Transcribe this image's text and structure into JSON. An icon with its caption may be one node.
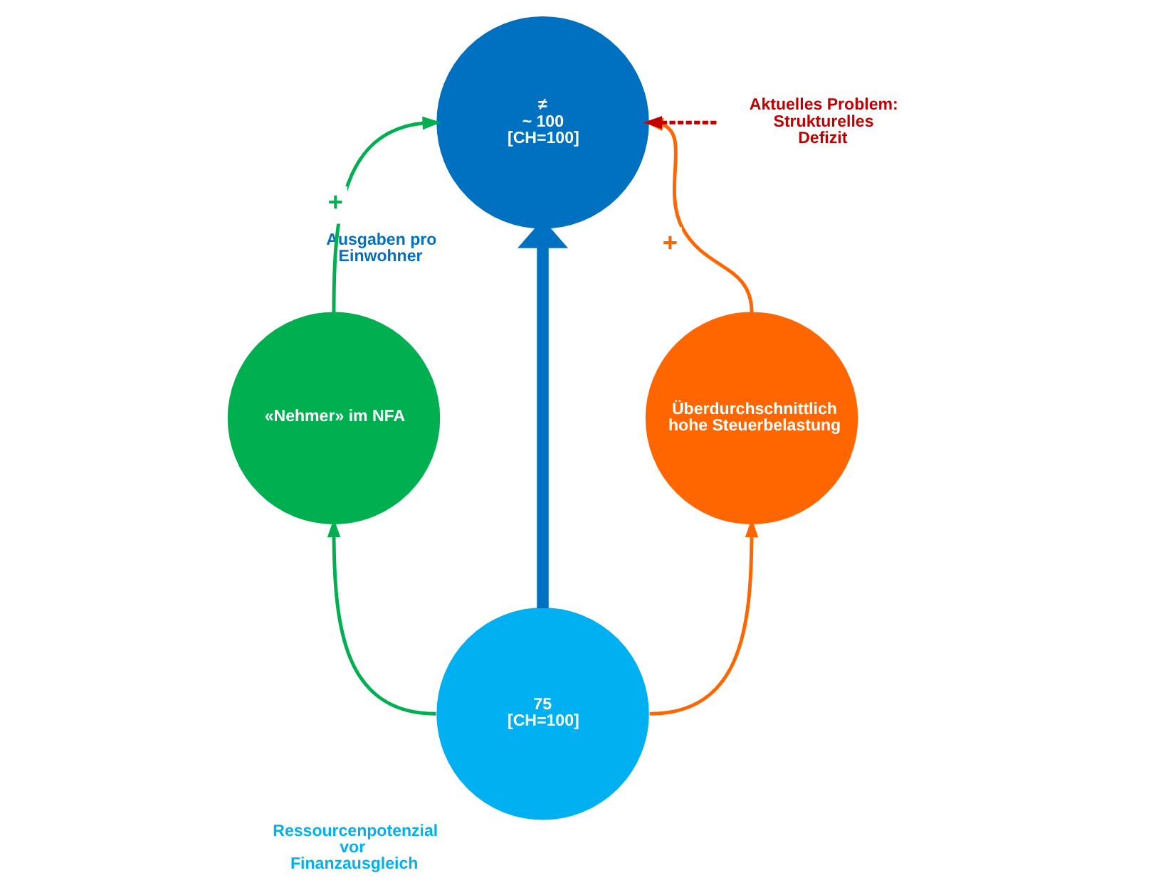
{
  "diagram": {
    "nodes": [
      {
        "text": [
          "≠",
          "~ 100",
          "[CH=100]"
        ],
        "beside": [
          "Ausgaben pro Einwohner"
        ]
      },
      {
        "text": [
          "«Nehmer» im NFA"
        ]
      },
      {
        "text": [
          "Überdurchschnittlich hohe Steuerbelastung"
        ]
      },
      {
        "text": [
          "75",
          "[CH=100]"
        ],
        "beside": [
          "Ressourcenpotenzial vor Finanzausgleich"
        ]
      },
      {
        "text": [
          "Aktuelles Problem: Strukturelles Defizit"
        ]
      }
    ],
    "edges": [
      {
        "from": 3,
        "to": 1,
        "arrow": "to",
        "color": "#00b050"
      },
      {
        "from": 1,
        "to": 0,
        "arrow": "to",
        "label": "+",
        "color": "#00b050"
      },
      {
        "from": 3,
        "to": 2,
        "arrow": "to",
        "color": "#ff6600"
      },
      {
        "from": 2,
        "to": 0,
        "arrow": "to",
        "label": "+",
        "color": "#ff6600"
      },
      {
        "from": 3,
        "to": 0,
        "arrow": "to",
        "style": "thick",
        "color": "#0070c0"
      },
      {
        "from": 4,
        "to": 0,
        "arrow": "to",
        "style": "dashed",
        "color": "#c00000"
      }
    ]
  }
}
